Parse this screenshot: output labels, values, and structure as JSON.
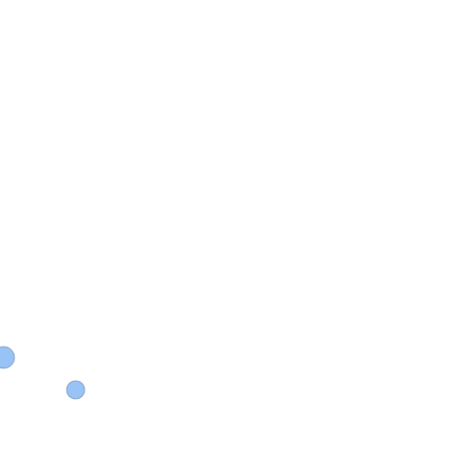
{
  "map": {
    "background_color": "#ffffff",
    "marker_fill_color": "#99c2f7",
    "marker_stroke_color": "#6f8fb5",
    "markers": [
      {
        "name": "marker-1",
        "size": "large"
      },
      {
        "name": "marker-2",
        "size": "medium"
      }
    ]
  }
}
